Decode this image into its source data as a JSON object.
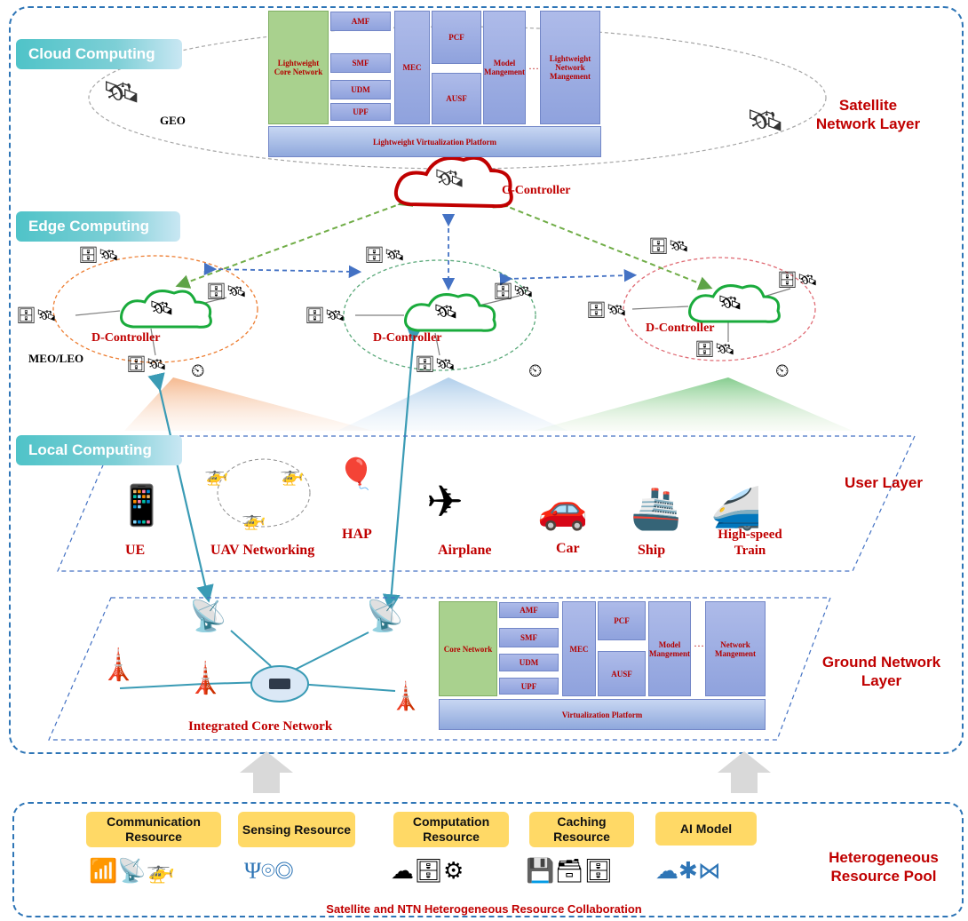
{
  "tags": {
    "cloud": "Cloud Computing",
    "edge": "Edge Computing",
    "local": "Local Computing"
  },
  "layers": {
    "satellite": "Satellite Network Layer",
    "user": "User Layer",
    "ground": "Ground Network Layer",
    "pool": "Heterogeneous Resource Pool"
  },
  "cloud_platform": {
    "core": "Lightweight Core Network",
    "amf": "AMF",
    "smf": "SMF",
    "udm": "UDM",
    "upf": "UPF",
    "mec": "MEC",
    "pcf": "PCF",
    "ausf": "AUSF",
    "model": "Model Mangement",
    "dots": "…",
    "netmgmt": "Lightweight Network Mangement",
    "virt": "Lightweight Virtualization Platform"
  },
  "ground_platform": {
    "core": "Core Network",
    "amf": "AMF",
    "smf": "SMF",
    "udm": "UDM",
    "upf": "UPF",
    "mec": "MEC",
    "pcf": "PCF",
    "ausf": "AUSF",
    "model": "Model Mangement",
    "dots": "…",
    "netmgmt": "Network Mangement",
    "virt": "Virtualization Platform"
  },
  "labels": {
    "geo": "GEO",
    "c_controller": "C-Controller",
    "d_controller": "D-Controller",
    "meo_leo": "MEO/LEO",
    "integrated_core": "Integrated Core Network"
  },
  "users": [
    "UE",
    "UAV Networking",
    "HAP",
    "Airplane",
    "Car",
    "Ship",
    "High-speed Train"
  ],
  "resources": [
    "Communication Resource",
    "Sensing Resource",
    "Computation Resource",
    "Caching Resource",
    "AI Model"
  ],
  "footer": "Satellite and NTN Heterogeneous Resource Collaboration",
  "colors": {
    "accent_red": "#c00000",
    "frame_blue": "#2e75b6",
    "resource_yellow": "#ffd966"
  }
}
